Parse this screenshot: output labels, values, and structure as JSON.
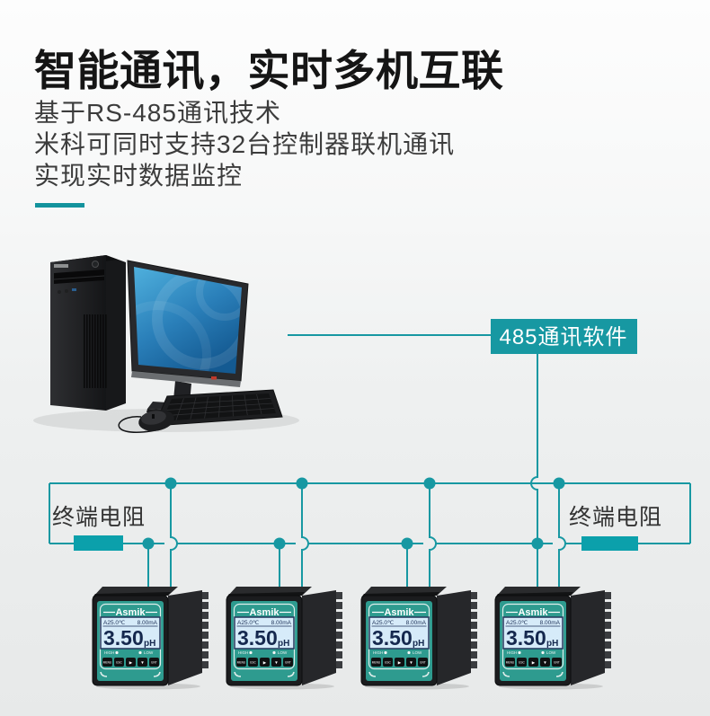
{
  "header": {
    "title": "智能通讯，实时多机互联",
    "subtitle_lines": [
      "基于RS-485通讯技术",
      "米科可同时支持32台控制器联机通讯",
      "实现实时数据监控"
    ]
  },
  "diagram": {
    "software_label": "485通讯软件",
    "terminal_resistor_left": "终端电阻",
    "terminal_resistor_right": "终端电阻",
    "device_count": 4
  },
  "device": {
    "brand": "Asmik",
    "display": {
      "temp": "A25.0℃",
      "current": "8.00mA",
      "value": "3.50",
      "unit": "pH"
    },
    "indicators": {
      "high": "HIGH",
      "low": "LOW"
    },
    "buttons": [
      "MENU",
      "ESC",
      "▶",
      "▼",
      "ENT"
    ]
  },
  "colors": {
    "teal": "#1798a2",
    "device_panel": "#2e9b8f",
    "lcd": "#d6ebf9",
    "divider": "#13939d"
  }
}
